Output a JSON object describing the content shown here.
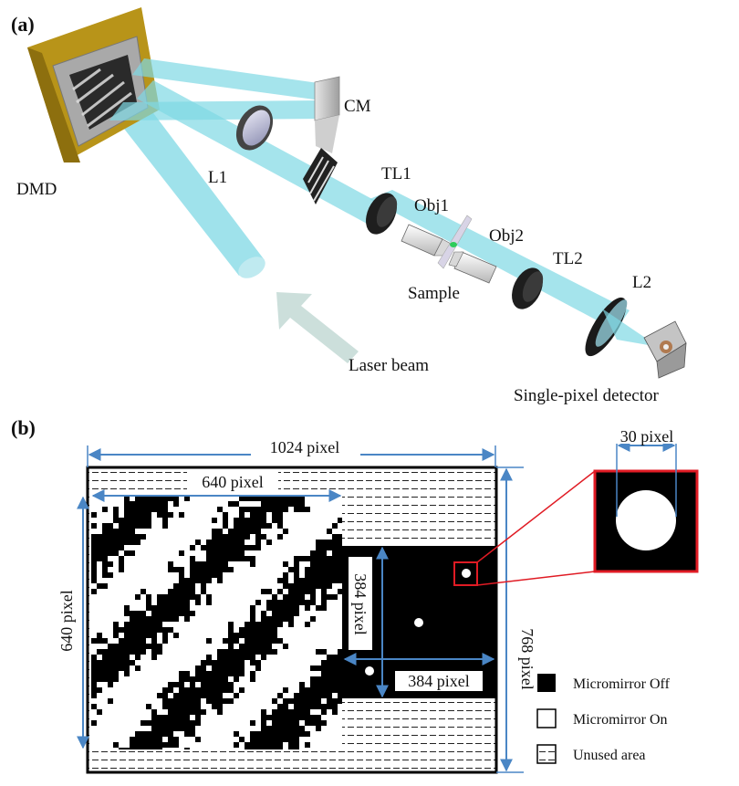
{
  "panels": {
    "a": "(a)",
    "b": "(b)"
  },
  "components": {
    "dmd": "DMD",
    "cm": "CM",
    "l1": "L1",
    "tl1": "TL1",
    "obj1": "Obj1",
    "obj2": "Obj2",
    "sample": "Sample",
    "tl2": "TL2",
    "l2": "L2",
    "laser": "Laser beam",
    "detector": "Single-pixel detector"
  },
  "dimensions": {
    "dmd_width": "1024 pixel",
    "dmd_height": "768 pixel",
    "pattern_width": "640 pixel",
    "pattern_height": "640 pixel",
    "spot_region_width": "384 pixel",
    "spot_region_height": "384 pixel",
    "spot_size": "30 pixel"
  },
  "legend": {
    "off": "Micromirror Off",
    "on": "Micromirror On",
    "unused": "Unused area"
  },
  "colors": {
    "beam": "#7fd8e4",
    "dmd_frame": "#b89419",
    "arrow_blue": "#4a86c5",
    "zoom_red": "#e01b24",
    "laser_arrow": "#c7dcd7"
  }
}
